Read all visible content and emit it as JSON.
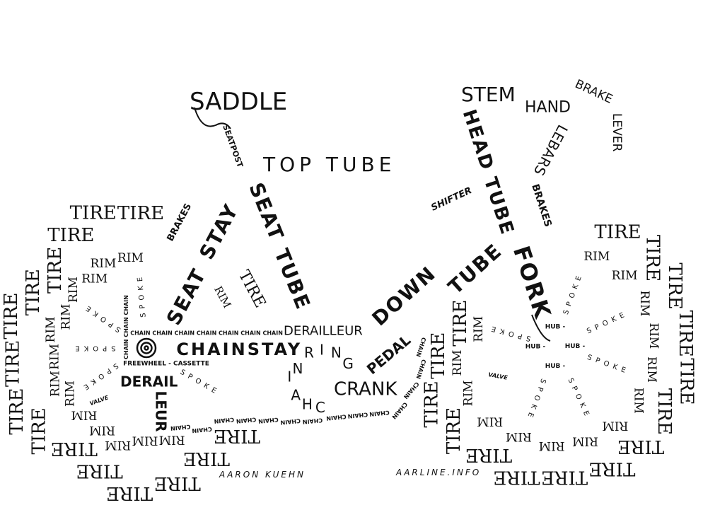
{
  "parts": {
    "saddle": "SADDLE",
    "seatpost": "SEATPOST",
    "top_tube": "TOP TUBE",
    "seat_tube": "SEAT TUBE",
    "seat_stay": "SEAT STAY",
    "rear_brakes": "BRAKES",
    "mini_tire": "TIRE",
    "mini_rim": "RIM",
    "down_tube": "DOWN TUBE",
    "shifter": "SHIFTER",
    "stem": "STEM",
    "handlebars": "HANDLEBARS",
    "brake_lever": "BRAKE LEVER",
    "head_tube": "HEAD TUBE",
    "fork": "FORK",
    "front_brakes": "BRAKES",
    "chainstay": "CHAINSTAY",
    "front_derailleur": "DERAILLEUR",
    "chainring": "CHAINRING",
    "crank": "CRANK",
    "pedal": "PEDAL",
    "chain_top": "CHAIN CHAIN CHAIN CHAIN CHAIN CHAIN CHAIN",
    "chain_bottom": "CHAIN CHAIN CHAIN CHAIN CHAIN CHAIN CHAIN CHAIN CHAIN CHAIN CHAIN CHAIN CHAIN CHAIN",
    "chain_rear": "CHAIN CHAIN CHAIN",
    "freewheel": "FREEWHEEL - CASSETTE",
    "rear_derailleur_a": "DERAIL",
    "rear_derailleur_b": "LEUR",
    "hub": "HUB - HUB - HUB - HUB -",
    "rear_tire": "TIRE TIRE TIRE TIRE TIRE TIRE TIRE TIRE TIRE TIRE TIRE TIRE TIRE TIRE TIRE",
    "rear_rim": "RIM RIM RIM RIM RIM RIM RIM RIM RIM RIM RIM RIM RIM RIM",
    "front_tire": "TIRE TIRE TIRE TIRE TIRE TIRE TIRE TIRE TIRE TIRE TIRE TIRE TIRE TIRE TIRE",
    "front_rim": "RIM RIM RIM RIM RIM RIM RIM RIM RIM RIM RIM RIM RIM RIM",
    "spoke": "SPOKE",
    "rear_valve": "VALVE",
    "front_valve": "VALVE"
  },
  "credits": {
    "author": "AARON KUEHN",
    "site": "AARLINE.INFO"
  }
}
